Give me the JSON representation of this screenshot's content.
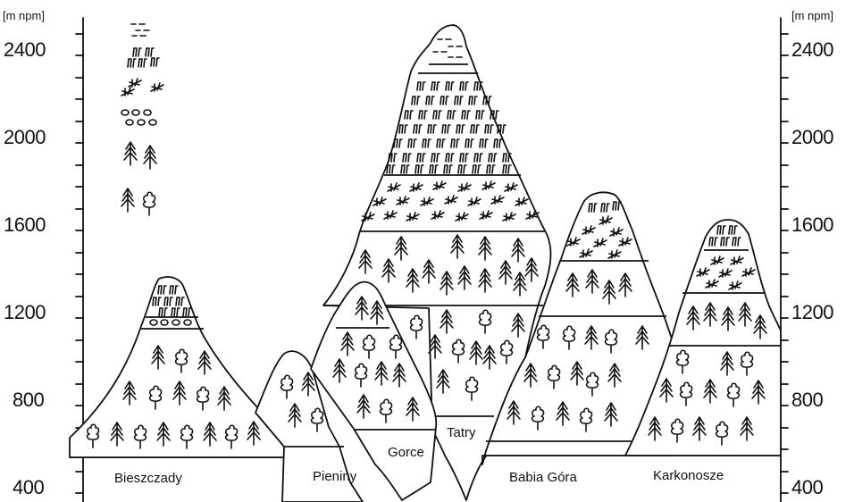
{
  "axis": {
    "unit_label": "[m npm]",
    "ticks": [
      "2400",
      "2000",
      "1600",
      "1200",
      "800",
      "400"
    ]
  },
  "legend": {
    "symbols": [
      "rock-dashes",
      "grass-tufts",
      "dwarf-pine-stars",
      "scrub-dots",
      "conifer-trees",
      "conifer-and-deciduous"
    ]
  },
  "mountains": [
    {
      "name": "Bieszczady"
    },
    {
      "name": "Pieniny"
    },
    {
      "name": "Gorce"
    },
    {
      "name": "Tatry"
    },
    {
      "name": "Babia Góra"
    },
    {
      "name": "Karkonosze"
    }
  ]
}
